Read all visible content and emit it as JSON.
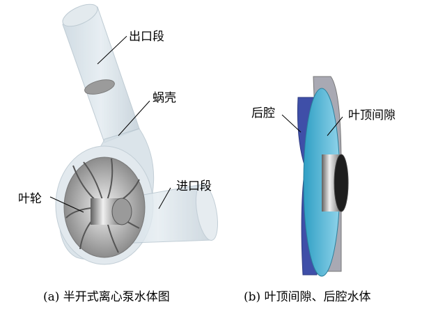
{
  "labels": {
    "outlet": "出口段",
    "volute": "蜗壳",
    "impeller": "叶轮",
    "inlet": "进口段",
    "back_cavity": "后腔",
    "tip_clearance": "叶顶间隙"
  },
  "captions": {
    "a": "(a) 半开式离心泵水体图",
    "b": "(b) 叶顶间隙、后腔水体"
  }
}
